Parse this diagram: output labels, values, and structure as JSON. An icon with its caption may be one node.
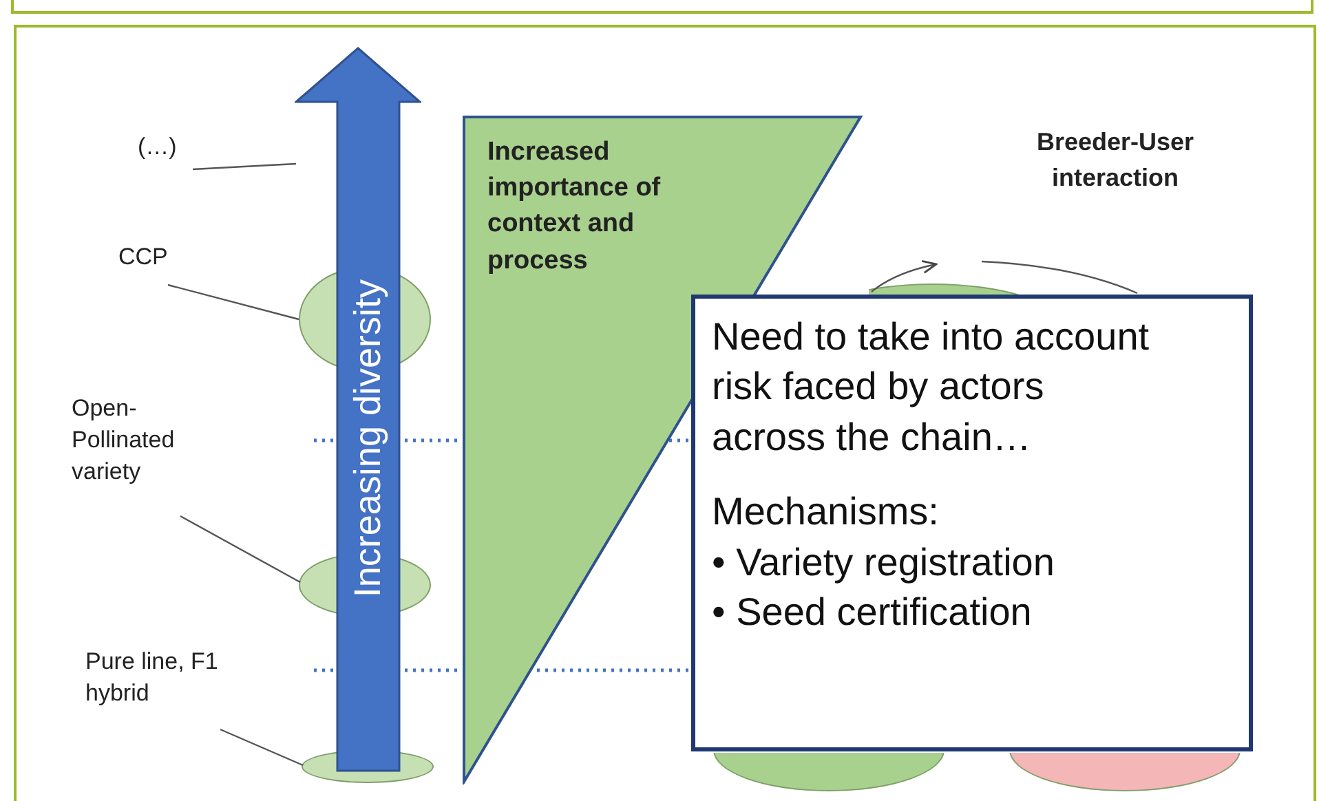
{
  "diagram": {
    "nodes": [
      {
        "text": [
          "(…)"
        ]
      },
      {
        "text": [
          "CCP"
        ]
      },
      {
        "text": [
          "Open-Pollinated variety"
        ]
      },
      {
        "text": [
          "Pure line, F1 hybrid"
        ]
      },
      {
        "text": [],
        "shape": "circle"
      },
      {
        "text": [],
        "shape": "circle"
      },
      {
        "text": [],
        "shape": "circle"
      },
      {
        "text": [
          "Increasing diversity"
        ]
      },
      {
        "text": [
          "Increased importance of context and process"
        ]
      },
      {
        "text": [
          "Need to take into account risk faced by actors across the chain…",
          "Mechanisms:",
          "• Variety registration",
          "• Seed certification"
        ]
      },
      {
        "text": [],
        "shape": "circle"
      },
      {
        "text": [],
        "shape": "circle"
      },
      {
        "text": [],
        "shape": "circle"
      }
    ],
    "edges": [
      {
        "from": 0,
        "to": null,
        "arrow": "none"
      },
      {
        "from": 1,
        "to": 4,
        "arrow": "none"
      },
      {
        "from": 2,
        "to": 5,
        "arrow": "none"
      },
      {
        "from": 3,
        "to": 6,
        "arrow": "none"
      },
      {
        "from": 10,
        "to": null,
        "arrow": "to"
      }
    ],
    "labels": [
      "Breeder-User interaction"
    ]
  }
}
